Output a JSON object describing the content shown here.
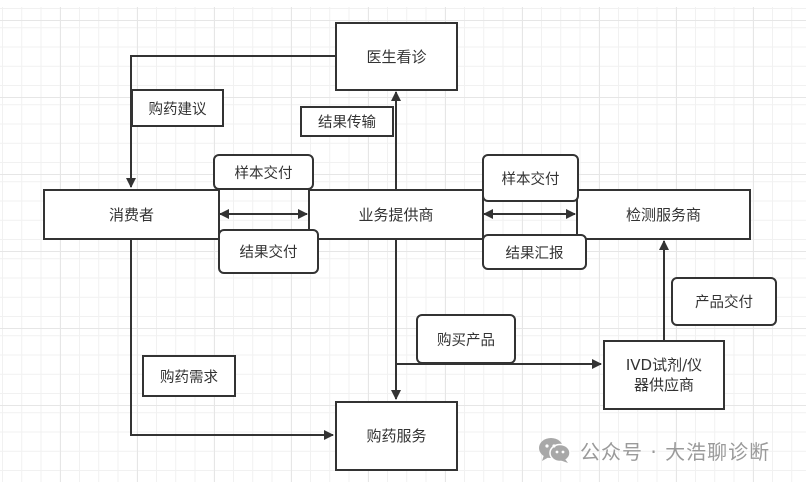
{
  "diagram": {
    "nodes": {
      "doctor": "医生看诊",
      "consumer": "消费者",
      "business_provider": "业务提供商",
      "testing_provider": "检测服务商",
      "ivd_supplier_line1": "IVD试剂/仪",
      "ivd_supplier_line2": "器供应商",
      "pharmacy_service": "购药服务"
    },
    "edge_labels": {
      "purchase_advice": "购药建议",
      "result_transmission": "结果传输",
      "sample_delivery_left": "样本交付",
      "result_delivery": "结果交付",
      "sample_delivery_right": "样本交付",
      "result_report": "结果汇报",
      "product_delivery": "产品交付",
      "buy_product": "购买产品",
      "purchase_demand": "购药需求"
    },
    "edges": [
      {
        "from": "doctor",
        "to": "consumer",
        "label": "购药建议"
      },
      {
        "from": "business_provider",
        "to": "doctor",
        "label": "结果传输"
      },
      {
        "from": "consumer",
        "to": "business_provider",
        "label": "样本交付",
        "bidirectional": true
      },
      {
        "from": "business_provider",
        "to": "consumer",
        "label": "结果交付",
        "bidirectional": true
      },
      {
        "from": "business_provider",
        "to": "testing_provider",
        "label": "样本交付",
        "bidirectional": true
      },
      {
        "from": "testing_provider",
        "to": "business_provider",
        "label": "结果汇报",
        "bidirectional": true
      },
      {
        "from": "ivd_supplier",
        "to": "testing_provider",
        "label": "产品交付"
      },
      {
        "from": "business_provider",
        "to": "ivd_supplier",
        "label": "购买产品"
      },
      {
        "from": "business_provider",
        "to": "pharmacy_service",
        "label": ""
      },
      {
        "from": "consumer",
        "to": "pharmacy_service",
        "label": "购药需求"
      }
    ]
  },
  "watermark": {
    "icon": "wechat-icon",
    "text": "公众号 · 大浩聊诊断"
  },
  "colors": {
    "stroke": "#333333",
    "grid_minor": "#f1f1f1",
    "grid_major": "#e6e6e6",
    "watermark": "#9a9a9a"
  }
}
